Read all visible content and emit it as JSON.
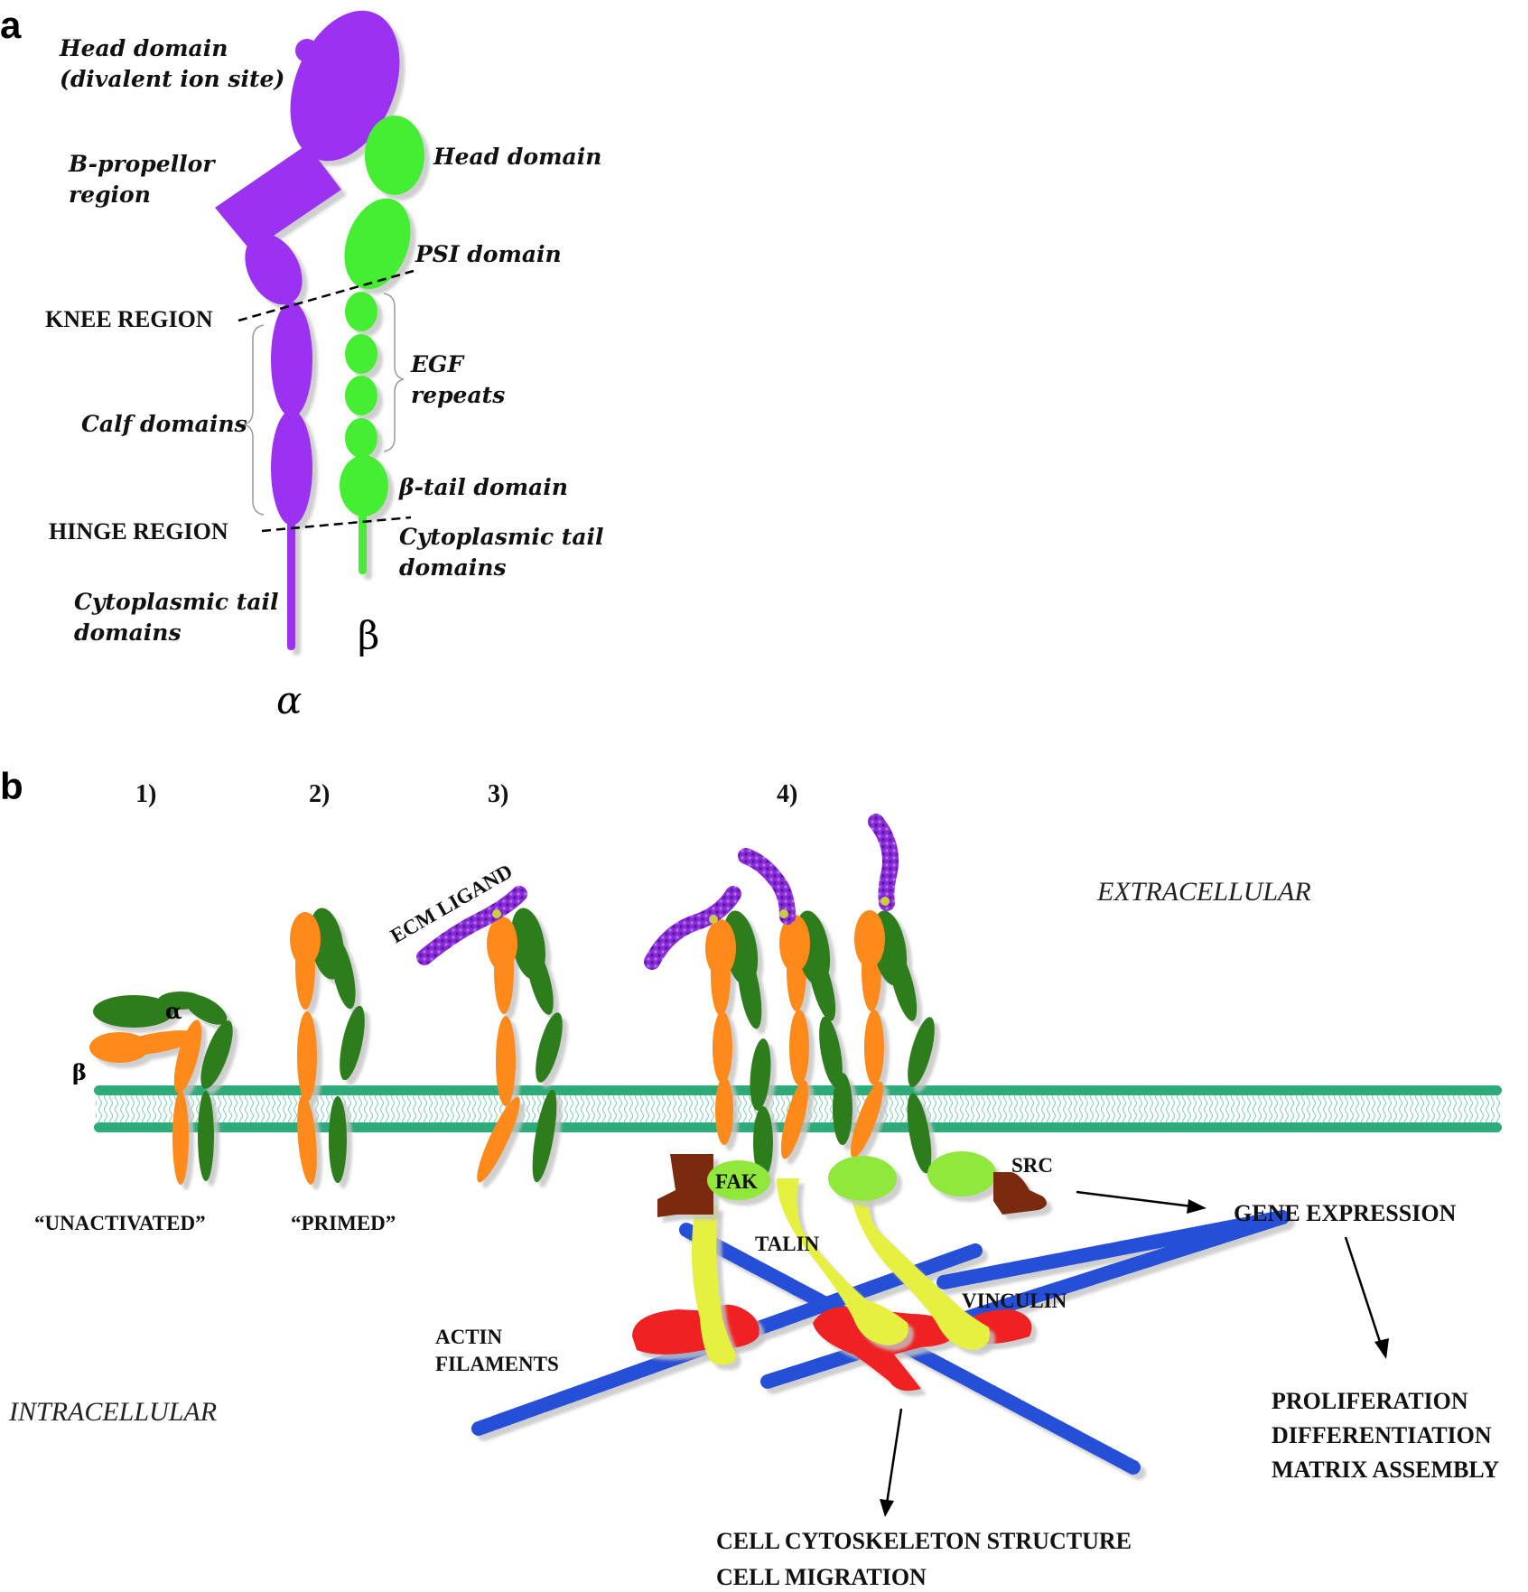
{
  "panel_a": {
    "letter": "a",
    "alpha_symbol": "α",
    "beta_symbol": "β",
    "labels": {
      "head_alpha_1": "Head domain",
      "head_alpha_2": "(divalent ion site)",
      "bprop_1": "B-propellor",
      "bprop_2": "region",
      "head_beta": "Head domain",
      "psi": "PSI domain",
      "knee": "KNEE REGION",
      "egf_1": "EGF",
      "egf_2": "repeats",
      "calf": "Calf domains",
      "btail": "β-tail domain",
      "hinge": "HINGE REGION",
      "cyto_beta_1": "Cytoplasmic tail",
      "cyto_beta_2": "domains",
      "cyto_alpha_1": "Cytoplasmic tail",
      "cyto_alpha_2": "domains"
    },
    "colors": {
      "alpha": "#9b30f0",
      "beta": "#44ee33",
      "shadow": "#aaaaaa"
    }
  },
  "panel_b": {
    "letter": "b",
    "steps": [
      "1)",
      "2)",
      "3)",
      "4)"
    ],
    "alpha_small": "α",
    "beta_small": "β",
    "labels": {
      "ecm": "ECM LIGAND",
      "extracellular": "EXTRACELLULAR",
      "intracellular": "INTRACELLULAR",
      "unactivated": "“UNACTIVATED”",
      "primed": "“PRIMED”",
      "fak": "FAK",
      "src": "SRC",
      "talin": "TALIN",
      "vinculin": "VINCULIN",
      "actin_1": "ACTIN",
      "actin_2": "FILAMENTS",
      "gene": "GENE EXPRESSION",
      "prolif": "PROLIFERATION",
      "diff": "DIFFERENTIATION",
      "matrix": "MATRIX ASSEMBLY",
      "cyto_1": "CELL CYTOSKELETON STRUCTURE",
      "cyto_2": "CELL MIGRATION"
    },
    "colors": {
      "alpha_chain": "#ff8a1e",
      "beta_chain": "#2f7d1f",
      "membrane": "#2faa7a",
      "ligand": "#8a2bd8",
      "fak_domain": "#8fe83a",
      "talin": "#e5f040",
      "vinculin": "#ee2222",
      "src": "#7a2a10",
      "actin": "#2850d8"
    }
  }
}
